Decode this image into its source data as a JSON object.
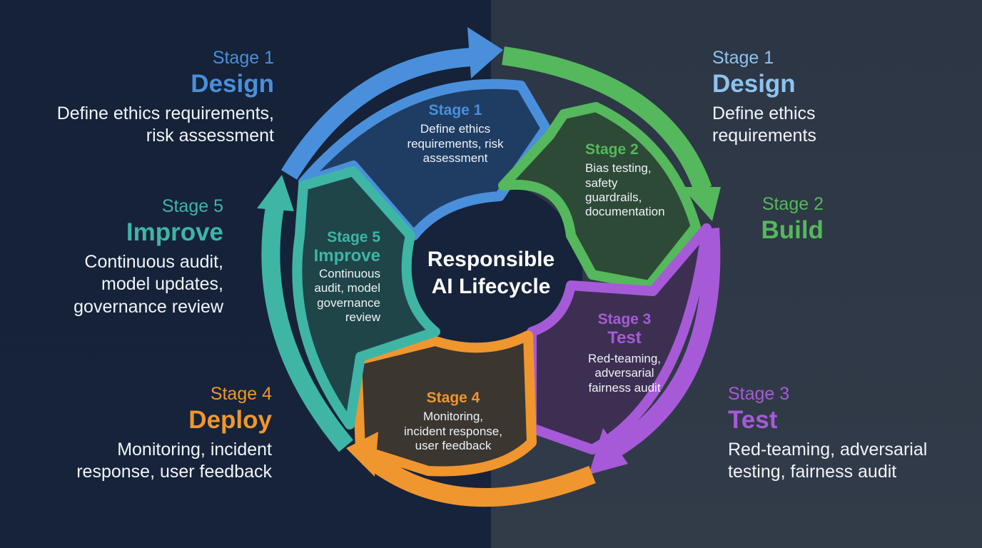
{
  "center": {
    "line1": "Responsible",
    "line2": "AI Lifecycle"
  },
  "colors": {
    "design": "#4a8fdb",
    "build": "#55b85c",
    "test": "#a65ad8",
    "deploy": "#f0962e",
    "improve": "#3fb5a6",
    "design_right": "#8fc3ee"
  },
  "inner_labels": {
    "s1": {
      "stage": "Stage 1",
      "desc": [
        "Define ethics",
        "requirements, risk",
        "assessment"
      ]
    },
    "s2": {
      "stage": "Stage 2",
      "desc": [
        "Bias testing,",
        "safety",
        "guardrails,",
        "documentation"
      ]
    },
    "s3": {
      "stage": "Stage 3",
      "name": "Test",
      "desc": [
        "Red-teaming,",
        "adversarial",
        "fairness audit"
      ]
    },
    "s4": {
      "stage": "Stage 4",
      "desc": [
        "Monitoring,",
        "incident response,",
        "user feedback"
      ]
    },
    "s5": {
      "stage": "Stage 5",
      "name": "Improve",
      "desc": [
        "Continuous",
        "audit, model",
        "governance",
        "review"
      ]
    }
  },
  "left_labels": {
    "design": {
      "stage": "Stage 1",
      "name": "Design",
      "desc": [
        "Define ethics requirements,",
        "risk assessment"
      ]
    },
    "improve": {
      "stage": "Stage 5",
      "name": "Improve",
      "desc": [
        "Continuous audit,",
        "model updates,",
        "governance review"
      ]
    },
    "deploy": {
      "stage": "Stage 4",
      "name": "Deploy",
      "desc": [
        "Monitoring, incident",
        "response, user feedback"
      ]
    }
  },
  "right_labels": {
    "design": {
      "stage": "Stage 1",
      "name": "Design",
      "desc": [
        "Define ethics",
        "requirements"
      ]
    },
    "build": {
      "stage": "Stage 2",
      "name": "Build"
    },
    "test": {
      "stage": "Stage 3",
      "name": "Test",
      "desc": [
        "Red-teaming, adversarial",
        "testing, fairness audit"
      ]
    }
  }
}
